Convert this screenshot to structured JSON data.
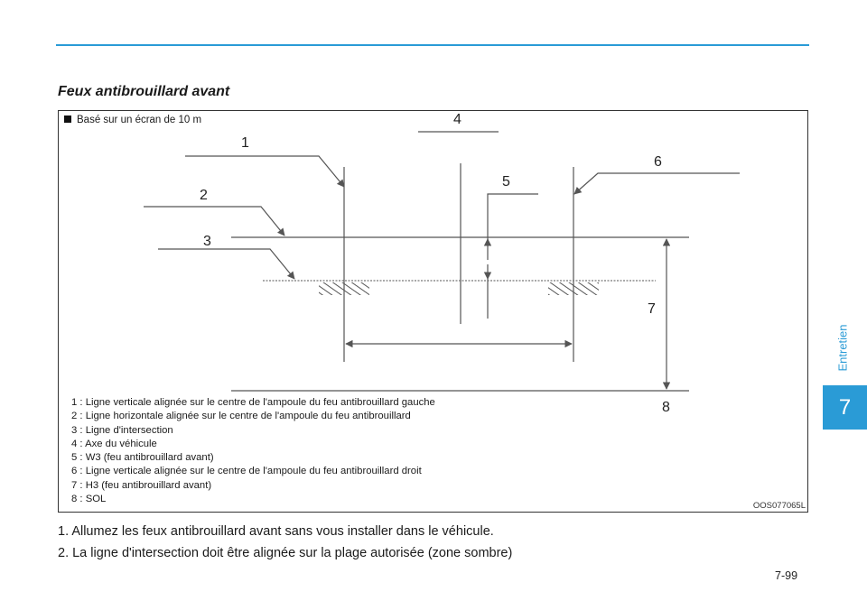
{
  "section_title": "Feux antibrouillard avant",
  "figure": {
    "screen_note": "Basé sur un écran de 10 m",
    "callouts": [
      "1",
      "2",
      "3",
      "4",
      "5",
      "6",
      "7",
      "8"
    ],
    "legend": [
      "1 : Ligne verticale alignée sur le centre de l'ampoule du feu antibrouillard gauche",
      "2 : Ligne horizontale alignée sur le centre de l'ampoule du feu antibrouillard",
      "3 : Ligne d'intersection",
      "4 : Axe du véhicule",
      "5 : W3 (feu antibrouillard avant)",
      "6 : Ligne verticale alignée sur le centre de l'ampoule du feu antibrouillard droit",
      "7 : H3 (feu antibrouillard avant)",
      "8 : SOL"
    ],
    "code": "OOS077065L"
  },
  "steps": [
    "1. Allumez les feux antibrouillard avant sans vous installer dans le véhicule.",
    "2. La ligne d'intersection doit être alignée sur la plage autorisée (zone sombre)"
  ],
  "sidebar": {
    "section_label": "Entretien",
    "chapter_number": "7"
  },
  "page_number": "7-99",
  "colors": {
    "accent": "#2a9bd6"
  }
}
